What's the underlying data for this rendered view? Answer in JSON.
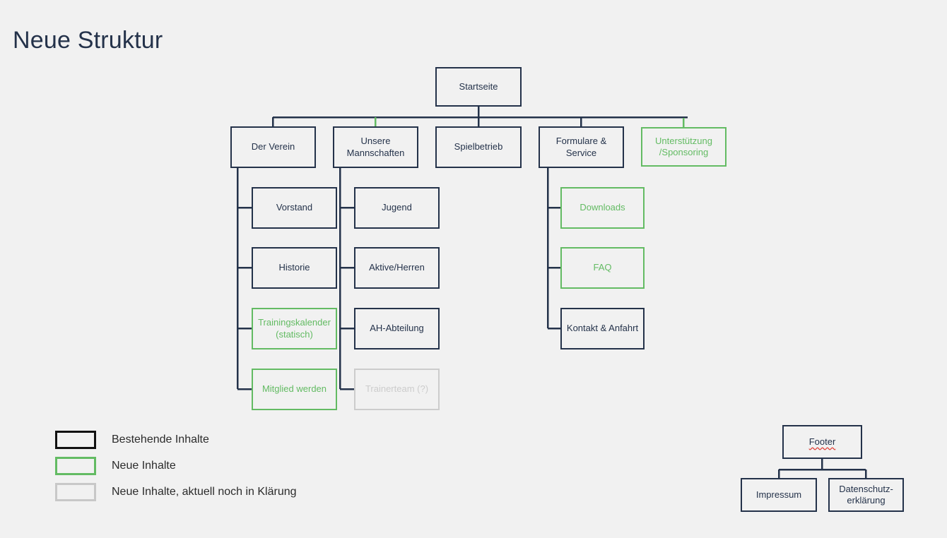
{
  "title": "Neue Struktur",
  "colors": {
    "background": "#f1f1f1",
    "existing": "#24324a",
    "new": "#63bb63",
    "pending": "#cccccc",
    "legend_existing": "#111111",
    "spellcheck_underline": "#e2453c"
  },
  "tree": {
    "root": {
      "label": "Startseite",
      "status": "existing"
    },
    "level2": [
      {
        "label": "Der Verein",
        "status": "existing"
      },
      {
        "label": "Unsere\nMannschaften",
        "status": "existing"
      },
      {
        "label": "Spielbetrieb",
        "status": "existing"
      },
      {
        "label": "Formulare &\nService",
        "status": "existing"
      },
      {
        "label": "Unterstützung\n/Sponsoring",
        "status": "new"
      }
    ],
    "column_verein": [
      {
        "label": "Vorstand",
        "status": "existing"
      },
      {
        "label": "Historie",
        "status": "existing"
      },
      {
        "label": "Trainingskalender\n(statisch)",
        "status": "new"
      },
      {
        "label": "Mitglied werden",
        "status": "new"
      }
    ],
    "column_mannschaften": [
      {
        "label": "Jugend",
        "status": "existing"
      },
      {
        "label": "Aktive/Herren",
        "status": "existing"
      },
      {
        "label": "AH-Abteilung",
        "status": "existing"
      },
      {
        "label": "Trainerteam (?)",
        "status": "pending"
      }
    ],
    "column_formulare": [
      {
        "label": "Downloads",
        "status": "new"
      },
      {
        "label": "FAQ",
        "status": "new"
      },
      {
        "label": "Kontakt & Anfahrt",
        "status": "existing"
      }
    ]
  },
  "footer_tree": {
    "root": {
      "label": "Footer",
      "status": "existing",
      "spellcheck": true
    },
    "children": [
      {
        "label": "Impressum",
        "status": "existing"
      },
      {
        "label": "Datenschutz-\nerklärung",
        "status": "existing"
      }
    ]
  },
  "legend": {
    "items": [
      {
        "label": "Bestehende Inhalte",
        "status": "existing"
      },
      {
        "label": "Neue Inhalte",
        "status": "new"
      },
      {
        "label": "Neue Inhalte, aktuell noch in Klärung",
        "status": "pending"
      }
    ]
  }
}
